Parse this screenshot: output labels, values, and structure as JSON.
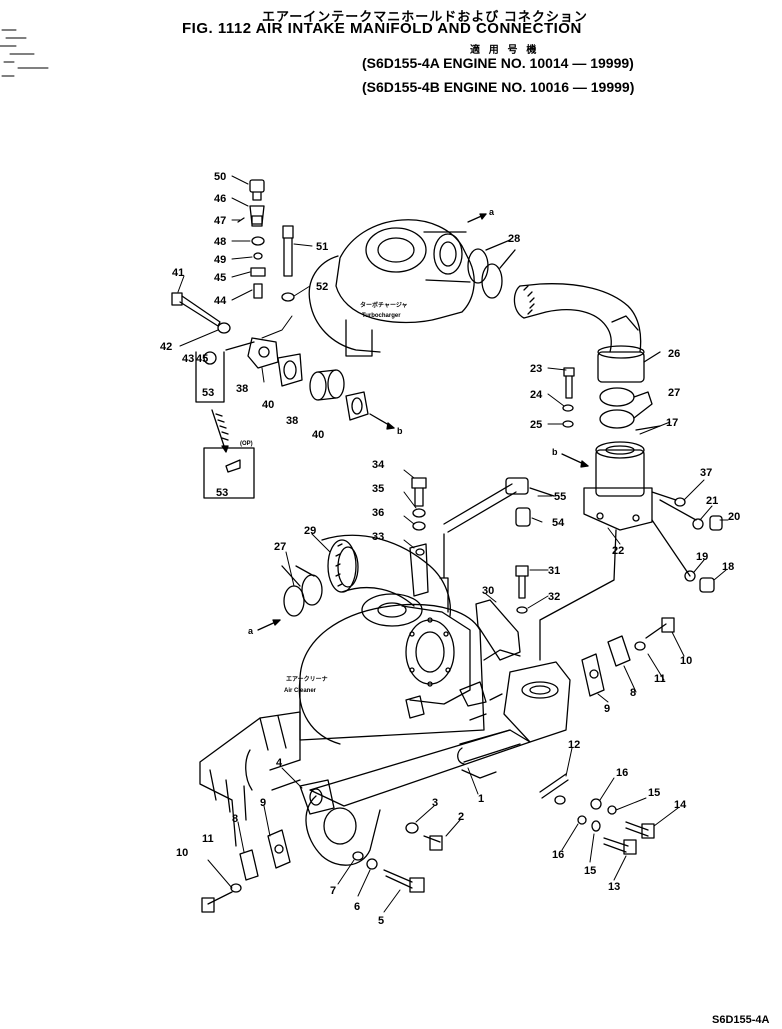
{
  "header": {
    "jp_title": "エアーインテークマニホールドおよび コネクション",
    "fig_title": "FIG. 1112  AIR INTAKE MANIFOLD AND CONNECTION",
    "jp_applicable": "適 用 号 機",
    "serial_a": "(S6D155-4A  ENGINE NO. 10014 — 19999)",
    "serial_b": "(S6D155-4B  ENGINE NO. 10016 — 19999)"
  },
  "components": {
    "turbo_jp": "ターボチャージャ",
    "turbo_en": "Turbocharger",
    "cleaner_jp": "エアークリーナ",
    "cleaner_en": "Air Cleaner",
    "op_tag": "(OP)"
  },
  "callouts": {
    "c50": "50",
    "c46": "46",
    "c47": "47",
    "c48": "48",
    "c49": "49",
    "c45a": "45",
    "c44": "44",
    "c41": "41",
    "c42": "42",
    "c43": "43",
    "c45b": "45",
    "c51": "51",
    "c52": "52",
    "c53a": "53",
    "c38a": "38",
    "c40a": "40",
    "c38b": "38",
    "c40b": "40",
    "c53b": "53",
    "c28": "28",
    "c26": "26",
    "c23": "23",
    "c24": "24",
    "c25": "25",
    "c27a": "27",
    "c17": "17",
    "c34": "34",
    "c35": "35",
    "c36": "36",
    "c33": "33",
    "c55": "55",
    "c54": "54",
    "c37": "37",
    "c21": "21",
    "c20": "20",
    "c22": "22",
    "c19": "19",
    "c18": "18",
    "c27b": "27",
    "c29": "29",
    "c31": "31",
    "c32": "32",
    "c30": "30",
    "c10a": "10",
    "c11a": "11",
    "c8a": "8",
    "c9a": "9",
    "c12": "12",
    "c4": "4",
    "c9b": "9",
    "c8b": "8",
    "c11b": "11",
    "c10b": "10",
    "c1": "1",
    "c3": "3",
    "c2": "2",
    "c7": "7",
    "c6": "6",
    "c5": "5",
    "c16a": "16",
    "c15a": "15",
    "c14": "14",
    "c16b": "16",
    "c15b": "15",
    "c13": "13"
  },
  "arrows": {
    "a1": "a",
    "a2": "a",
    "b1": "b",
    "b2": "b"
  },
  "footer": {
    "code": "S6D155-4A"
  }
}
